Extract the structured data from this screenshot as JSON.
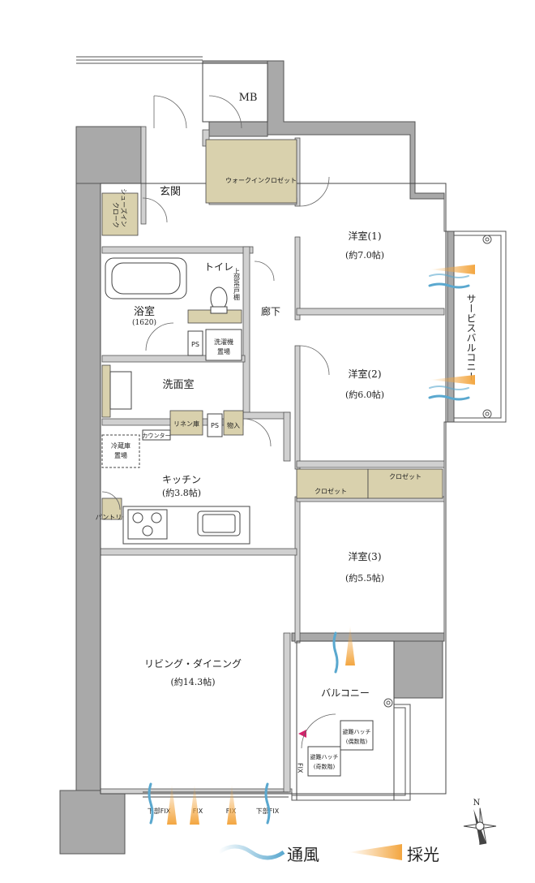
{
  "rooms": {
    "mb": "MB",
    "genkan": "玄関",
    "walkin_closet": "ウォークインクロゼット",
    "shoes_in_closet": "シューズイン\nクローク",
    "toilet": "トイレ",
    "upper_cabinet": "上部吊戸棚",
    "bath": "浴室",
    "bath_size": "(1620)",
    "corridor": "廊下",
    "ps1": "PS",
    "washer": "洗濯機",
    "washer_place": "置場",
    "washroom": "洗面室",
    "linen": "リネン庫",
    "ps2": "PS",
    "storage": "物入",
    "counter": "カウンター",
    "fridge": "冷蔵庫",
    "fridge_place": "置場",
    "kitchen": "キッチン",
    "kitchen_size": "(約3.8帖)",
    "pantry": "パントリー",
    "living": "リビング・ダイニング",
    "living_size": "(約14.3帖)",
    "room1": "洋室(1)",
    "room1_size": "(約7.0帖)",
    "room2": "洋室(2)",
    "room2_size": "(約6.0帖)",
    "room3": "洋室(3)",
    "room3_size": "(約5.5帖)",
    "closet_a": "クロゼット",
    "closet_b": "クロゼット",
    "service_balcony": "サービスバルコニー",
    "balcony": "バルコニー",
    "hatch_even": "避難ハッチ",
    "hatch_even_sub": "(偶数階)",
    "hatch_odd": "避難ハッチ",
    "hatch_odd_sub": "(奇数階)",
    "fix_side": "FIX",
    "fix_bottom_left": "下部FIX",
    "fix_1": "FIX",
    "fix_2": "FIX",
    "fix_bottom_right": "下部FIX"
  },
  "legend": {
    "wind": "通風",
    "light": "採光",
    "north": "N"
  },
  "colors": {
    "wall": "#a9a9a9",
    "closet": "#d9d1ad",
    "wind": "#5aa8cf",
    "light": "#f3a640"
  }
}
